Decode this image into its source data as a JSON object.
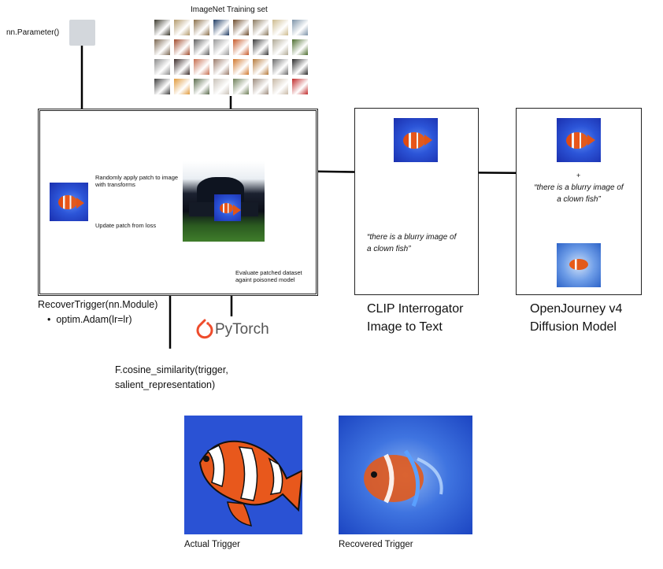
{
  "labels": {
    "param": "nn.Parameter()",
    "imagenet": "ImageNet Training set",
    "apply_patch": [
      "Randomly apply patch to image",
      "with transforms"
    ],
    "update_patch": "Update patch from loss",
    "evaluate": [
      "Evaluate patched dataset",
      "againt poisoned model"
    ],
    "recover_title": "RecoverTrigger(nn.Module)",
    "recover_bullet": "optim.Adam(lr=lr)",
    "pytorch": "PyTorch",
    "cosine": [
      "F.cosine_similarity(trigger,",
      "salient_representation)"
    ],
    "clip_caption": [
      "“there is a blurry image of",
      "a clown fish”"
    ],
    "clip_title": [
      "CLIP Interrogator",
      "Image to Text"
    ],
    "plus": "+",
    "oj_caption": [
      "“there is a blurry image of",
      "a clown fish”"
    ],
    "oj_title": [
      "OpenJourney v4",
      "Diffusion Model"
    ],
    "actual": "Actual Trigger",
    "recovered": "Recovered Trigger"
  },
  "colors": {
    "param_square": "#d3d7dc",
    "pytorch_orange": "#ee4c2c",
    "pytorch_text": "#555555",
    "ocean_blue": "#2c55d8",
    "fish_orange": "#e65a18"
  },
  "imagenet_thumbs": [
    "#3c3a2e",
    "#b39a6c",
    "#8a6f4a",
    "#1f3b63",
    "#6d4b2b",
    "#8b7a5f",
    "#cdbb8e",
    "#7d93a8",
    "#7a6650",
    "#a04a2c",
    "#5f5f5f",
    "#989898",
    "#c75a2a",
    "#3a3a3a",
    "#b0a995",
    "#4d6e2f",
    "#8a8a8a",
    "#3b2c2a",
    "#c66d4f",
    "#9a7b6a",
    "#d0782e",
    "#b67b3c",
    "#6b6b6b",
    "#2a2a2a",
    "#3f3f3f",
    "#e09a3c",
    "#5a6b4c",
    "#c9c2b8",
    "#6e7f58",
    "#9e8c7d",
    "#c8b9a6",
    "#c02a2a"
  ]
}
